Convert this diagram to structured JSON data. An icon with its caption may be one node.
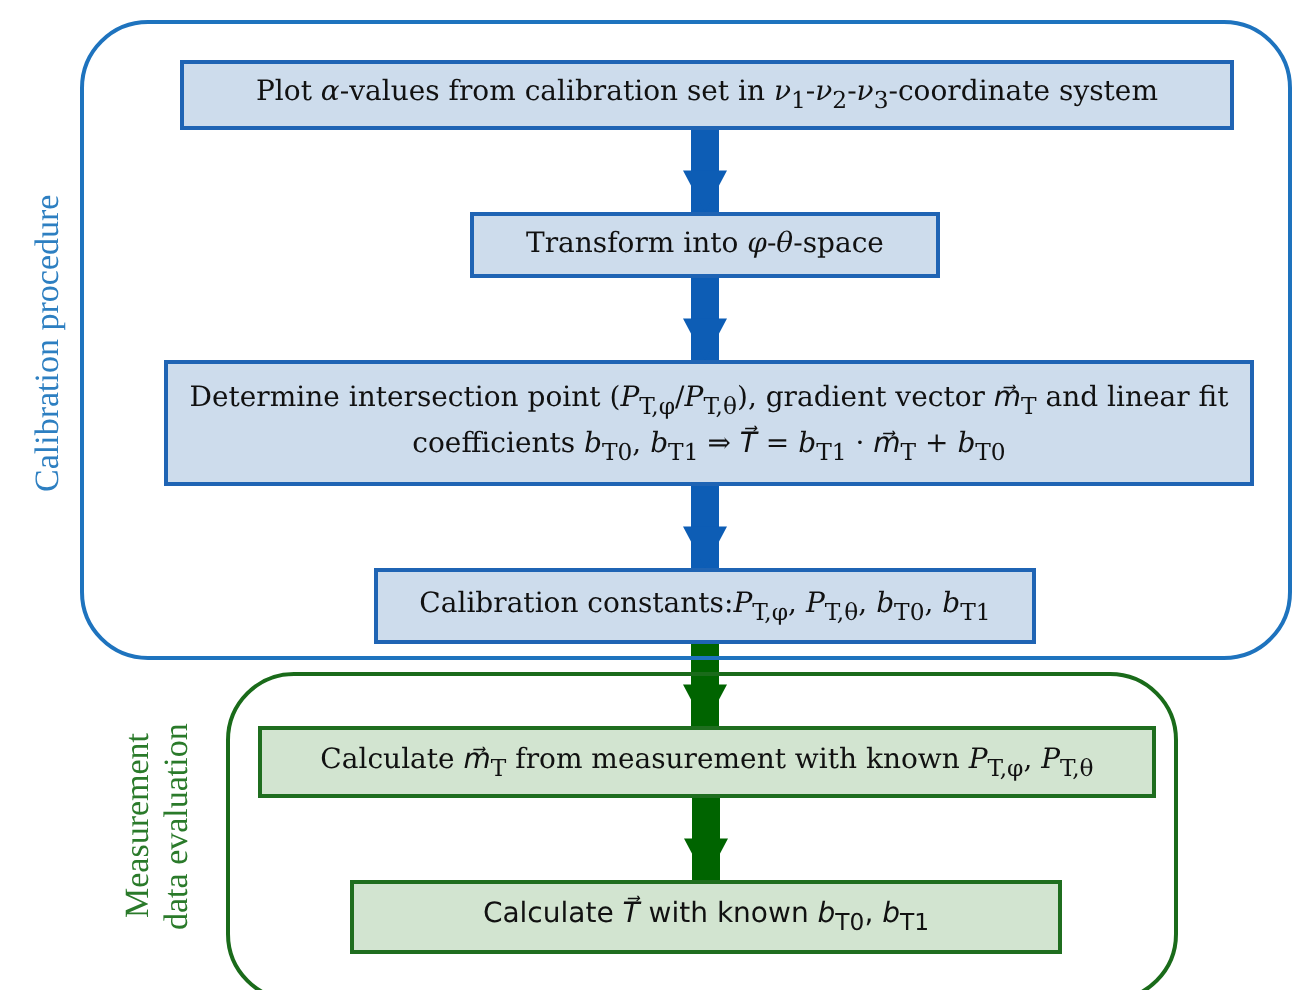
{
  "diagram": {
    "nodes": [
      {
        "text": [
          "Calibration procedure"
        ]
      },
      {
        "text": [
          "Plot *α*-values from calibration set in *ν*$_{1}$-*ν*$_{2}$-*ν*$_{3}$-coordinate system"
        ],
        "in": 0
      },
      {
        "text": [
          "Transform into *φ*-*θ*-space"
        ],
        "in": 0
      },
      {
        "text": [
          "Determine intersection point (*P*$_{T,φ}$/*P*$_{T,θ}$), gradient vector *m⃗*$_{T}$ and linear fit coefficients *b*$_{T0}$, *b*$_{T1}$ ⇒ *T⃗* = *b*$_{T1}$ · *m⃗*$_{T}$ + *b*$_{T0}$"
        ],
        "in": 0
      },
      {
        "text": [
          "Calibration constants:*P*$_{T,φ}$, *P*$_{T,θ}$, *b*$_{T0}$, *b*$_{T1}$"
        ],
        "in": 0
      },
      {
        "text": [
          "Measurement data evaluation"
        ]
      },
      {
        "text": [
          "Calculate *m⃗*$_{T}$ from measurement with known *P*$_{T,φ}$, *P*$_{T,θ}$"
        ],
        "in": 5
      },
      {
        "text": [
          "Calculate *T⃗* with known *b*$_{T0}$, *b*$_{T1}$"
        ],
        "in": 5
      }
    ],
    "edges": [
      {
        "from": 1,
        "to": 2,
        "arrow": "to"
      },
      {
        "from": 2,
        "to": 3,
        "arrow": "to"
      },
      {
        "from": 3,
        "to": 4,
        "arrow": "to"
      },
      {
        "from": 4,
        "to": 6,
        "arrow": "to",
        "color": "#006400"
      },
      {
        "from": 6,
        "to": 7,
        "arrow": "to",
        "color": "#006400"
      }
    ]
  }
}
